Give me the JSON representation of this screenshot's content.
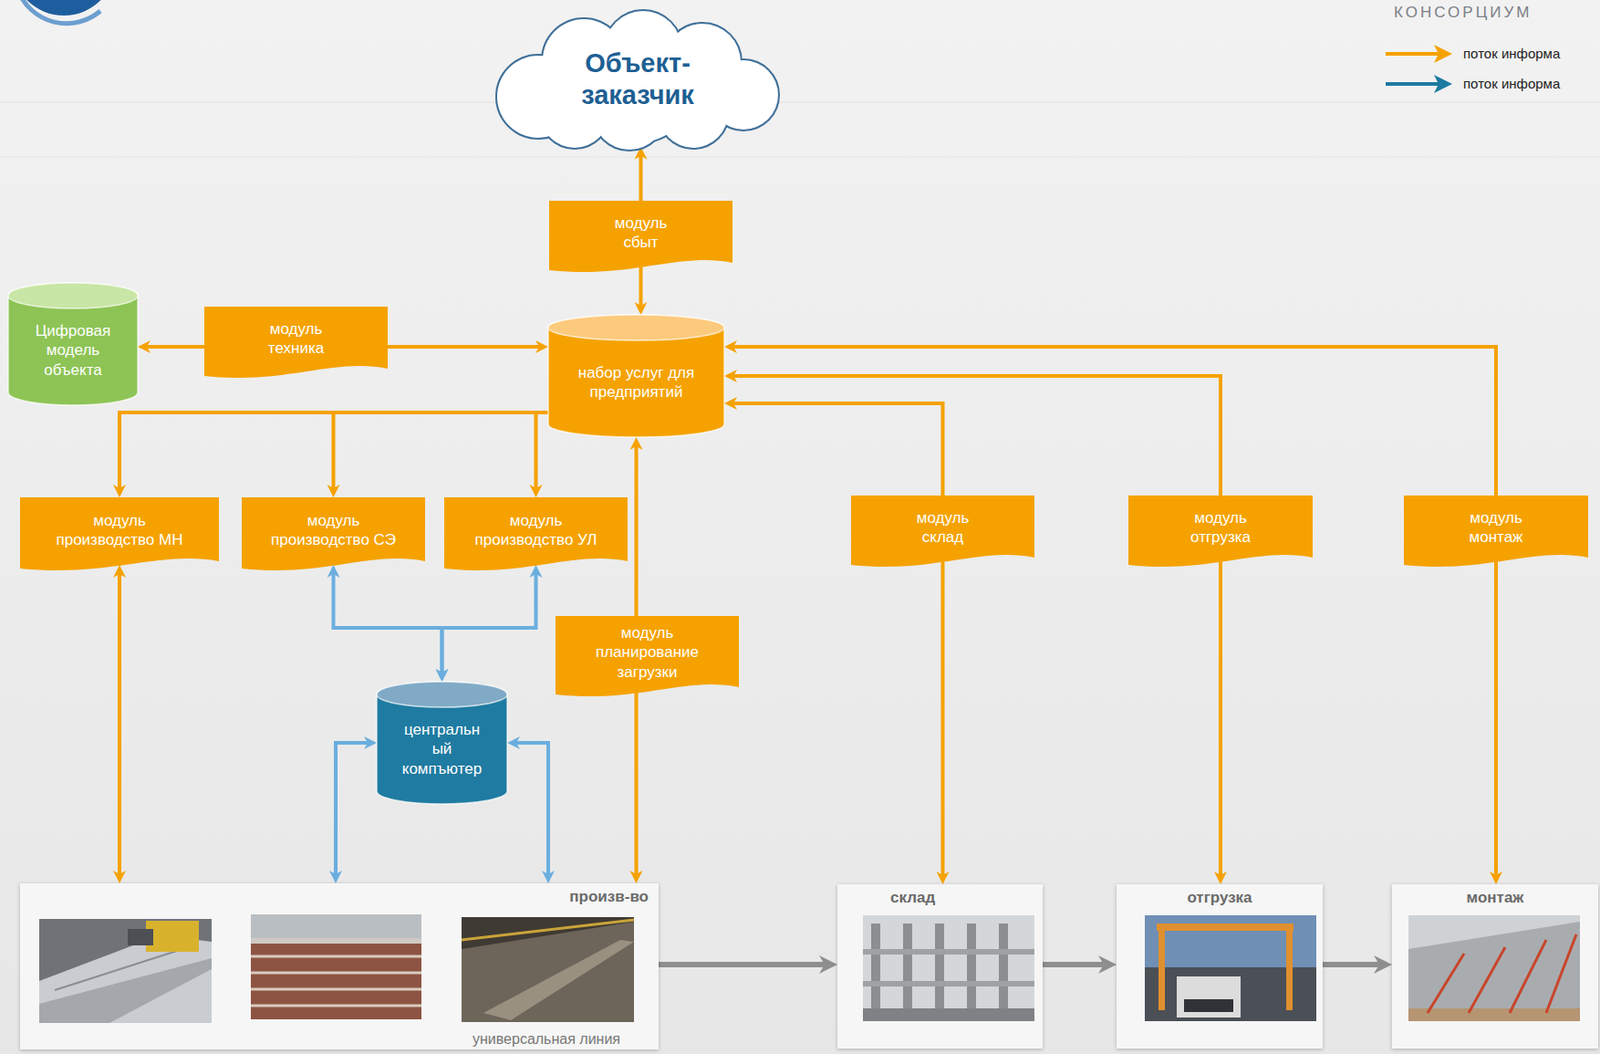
{
  "diagram": {
    "nodes": [
      {
        "text": [
          "Объект- заказчик"
        ]
      },
      {
        "text": [
          "модуль сбыт"
        ]
      },
      {
        "text": [
          "Цифровая модель объекта"
        ]
      },
      {
        "text": [
          "модуль техника"
        ]
      },
      {
        "text": [
          "набор услуг для предприятий"
        ]
      },
      {
        "text": [
          "модуль производство МН"
        ]
      },
      {
        "text": [
          "модуль производство СЭ"
        ]
      },
      {
        "text": [
          "модуль производство УЛ"
        ]
      },
      {
        "text": [
          "модуль склад"
        ]
      },
      {
        "text": [
          "модуль отгрузка"
        ]
      },
      {
        "text": [
          "модуль монтаж"
        ]
      },
      {
        "text": [
          "модуль планирование загрузки"
        ]
      },
      {
        "text": [
          "центральн ый компъютер"
        ]
      },
      {
        "text": [
          "произв-во",
          "универсальная линия"
        ]
      },
      {
        "text": [
          "склад"
        ]
      },
      {
        "text": [
          "отгрузка"
        ]
      },
      {
        "text": [
          "монтаж"
        ]
      }
    ],
    "edges": [
      {
        "from": 1,
        "to": 0,
        "arrow": "to"
      },
      {
        "from": 1,
        "to": 4,
        "arrow": "to"
      },
      {
        "from": 3,
        "to": 2,
        "arrow": "to"
      },
      {
        "from": 3,
        "to": 4,
        "arrow": "to"
      },
      {
        "from": 4,
        "to": 5,
        "arrow": "to"
      },
      {
        "from": 4,
        "to": 6,
        "arrow": "to"
      },
      {
        "from": 4,
        "to": 7,
        "arrow": "to"
      },
      {
        "from": 5,
        "to": 13,
        "arrow": "both"
      },
      {
        "from": 12,
        "to": 6,
        "arrow": "both"
      },
      {
        "from": 12,
        "to": 7,
        "arrow": "both"
      },
      {
        "from": 12,
        "to": 13,
        "arrow": "both"
      },
      {
        "from": 12,
        "to": 13,
        "arrow": "both"
      },
      {
        "from": 11,
        "to": 4,
        "arrow": "to"
      },
      {
        "from": 11,
        "to": 13,
        "arrow": "to"
      },
      {
        "from": 8,
        "to": 4,
        "arrow": "to"
      },
      {
        "from": 8,
        "to": 14,
        "arrow": "to"
      },
      {
        "from": 9,
        "to": 4,
        "arrow": "to"
      },
      {
        "from": 9,
        "to": 15,
        "arrow": "to"
      },
      {
        "from": 10,
        "to": 4,
        "arrow": "to"
      },
      {
        "from": 10,
        "to": 16,
        "arrow": "to"
      },
      {
        "from": 13,
        "to": 14,
        "arrow": "to"
      },
      {
        "from": 14,
        "to": 15,
        "arrow": "to"
      },
      {
        "from": 15,
        "to": 16,
        "arrow": "to"
      }
    ],
    "labels": [
      "КОНСОРЦИУМ"
    ],
    "legend": [
      {
        "text": "поток информа"
      },
      {
        "text": "поток информа"
      }
    ]
  }
}
